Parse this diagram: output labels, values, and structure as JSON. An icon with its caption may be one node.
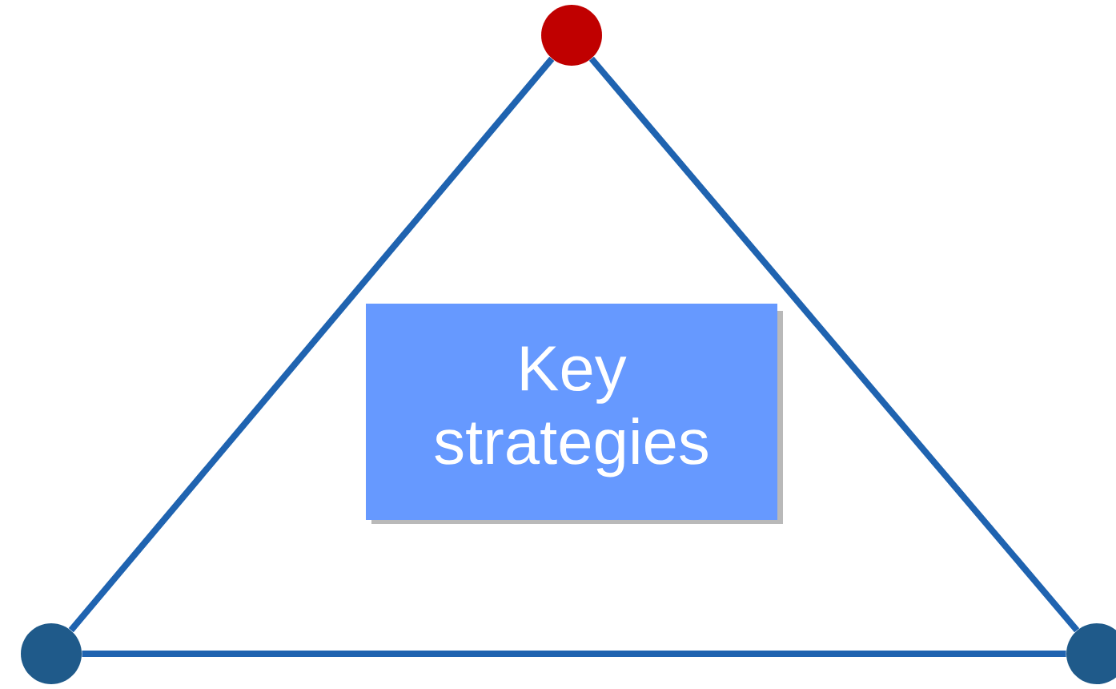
{
  "diagram": {
    "nodes": [
      {
        "text": [],
        "shape": "circle"
      },
      {
        "text": [
          "Key strategies"
        ]
      },
      {
        "text": [],
        "shape": "circle"
      },
      {
        "text": [],
        "shape": "circle"
      }
    ],
    "edges": [
      {
        "from": 0,
        "to": 2,
        "arrow": "none"
      },
      {
        "from": 0,
        "to": 3,
        "arrow": "none"
      },
      {
        "from": 2,
        "to": 3,
        "arrow": "none"
      }
    ]
  }
}
